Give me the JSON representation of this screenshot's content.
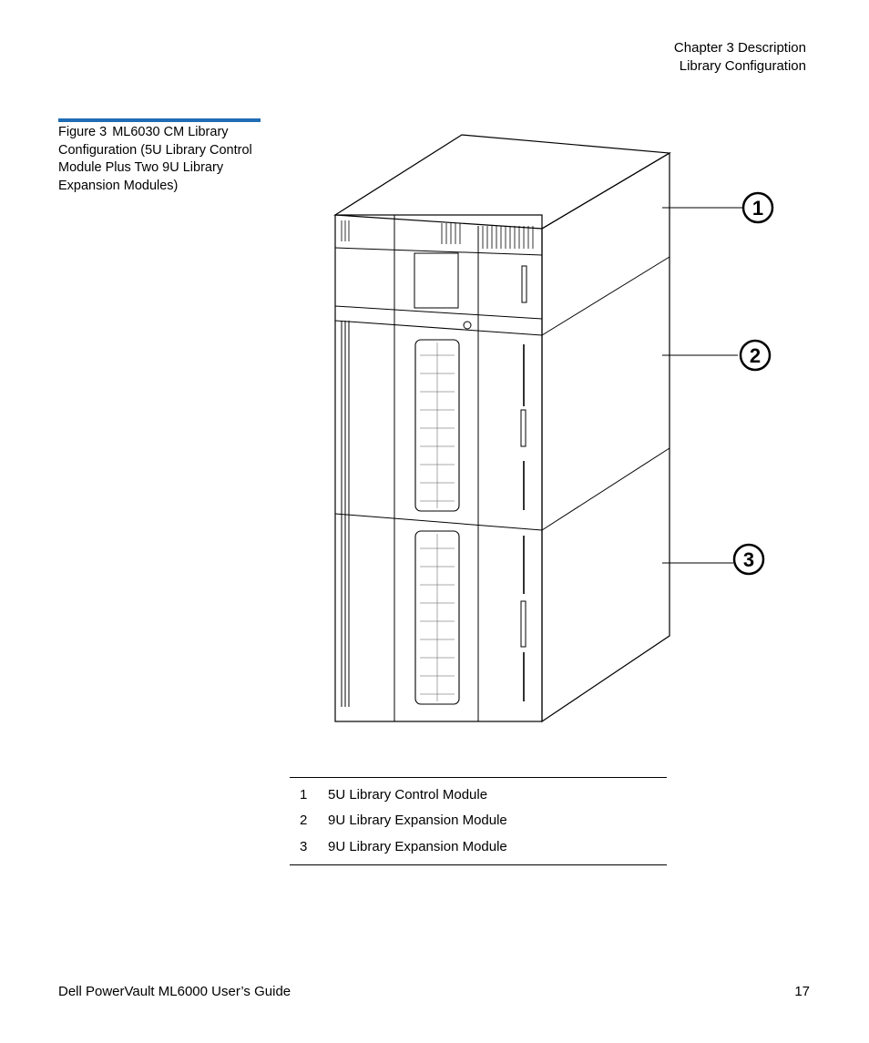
{
  "header": {
    "chapter": "Chapter 3  Description",
    "section": "Library Configuration"
  },
  "figure": {
    "number": "Figure 3",
    "caption": "ML6030 CM Library Configuration (5U Library Control Module Plus Two 9U Library Expansion Modules)",
    "callouts": [
      "1",
      "2",
      "3"
    ]
  },
  "legend": [
    {
      "num": "1",
      "label": "5U Library Control Module"
    },
    {
      "num": "2",
      "label": "9U Library Expansion Module"
    },
    {
      "num": "3",
      "label": "9U Library Expansion Module"
    }
  ],
  "footer": {
    "title": "Dell PowerVault ML6000 User’s Guide",
    "page": "17"
  },
  "colors": {
    "rule": "#1f6db5",
    "line": "#000000"
  }
}
